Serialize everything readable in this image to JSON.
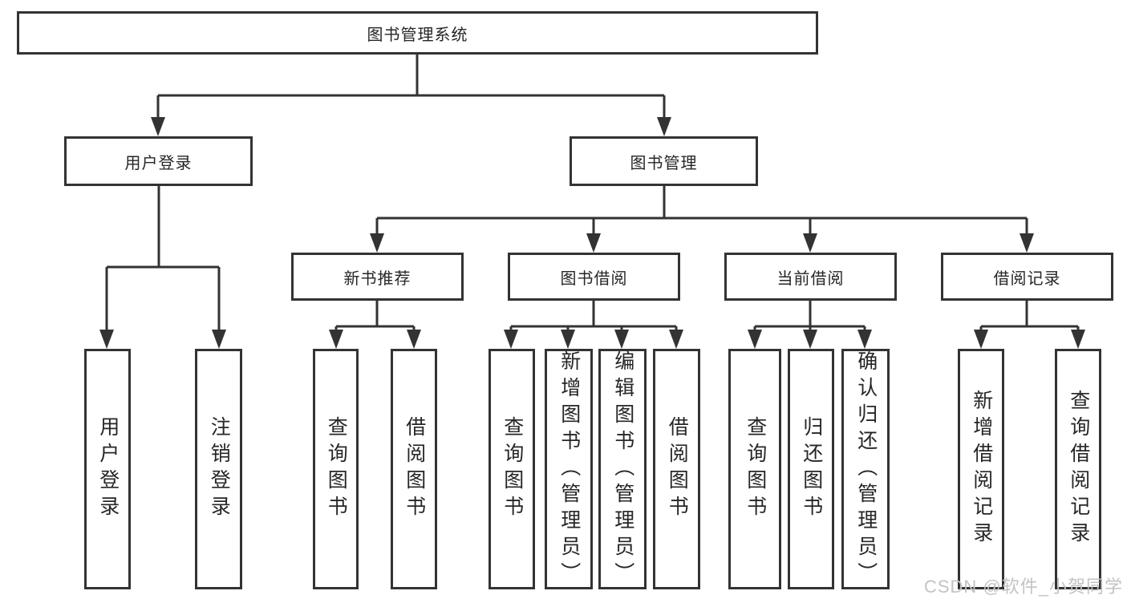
{
  "diagram": {
    "root": {
      "label": "图书管理系统"
    },
    "level2": {
      "user_login": {
        "label": "用户登录"
      },
      "book_management": {
        "label": "图书管理"
      }
    },
    "level3": {
      "new_book_recommend": {
        "label": "新书推荐"
      },
      "book_borrow": {
        "label": "图书借阅"
      },
      "current_borrow": {
        "label": "当前借阅"
      },
      "borrow_record": {
        "label": "借阅记录"
      }
    },
    "leaves": {
      "user_login": {
        "label": "用户登录"
      },
      "logout": {
        "label": "注销登录"
      },
      "recommend_query": {
        "label": "查询图书"
      },
      "recommend_borrow": {
        "label": "借阅图书"
      },
      "borrow_query": {
        "label": "查询图书"
      },
      "borrow_add_admin": {
        "label": "新增图书（管理员）"
      },
      "borrow_edit_admin": {
        "label": "编辑图书（管理员）"
      },
      "borrow_borrow": {
        "label": "借阅图书"
      },
      "current_query": {
        "label": "查询图书"
      },
      "current_return": {
        "label": "归还图书"
      },
      "current_confirm_admin": {
        "label": "确认归还（管理员）"
      },
      "record_add": {
        "label": "新增借阅记录"
      },
      "record_query": {
        "label": "查询借阅记录"
      }
    },
    "watermark": "CSDN @软件_小贺同学",
    "colors": {
      "line": "#333333",
      "text": "#262626",
      "watermark": "#c3c3c3",
      "background": "#ffffff"
    }
  }
}
